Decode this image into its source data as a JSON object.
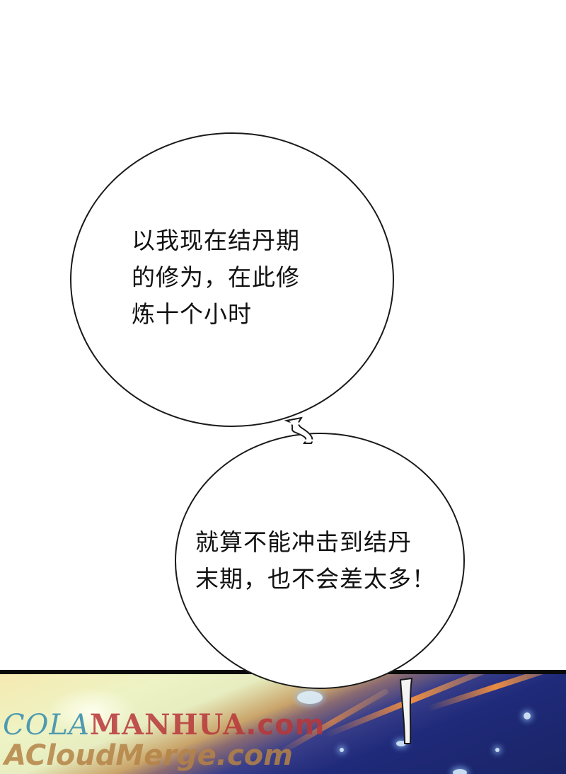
{
  "comic_page": {
    "speech_bubbles": [
      {
        "id": "bubble-1",
        "lines": [
          "以我现在结丹期",
          "的修为，在此修",
          "炼十个小时"
        ]
      },
      {
        "id": "bubble-2",
        "lines": [
          "就算不能冲击到结丹",
          "末期，也不会差太多！"
        ]
      }
    ],
    "watermarks": {
      "line1_a": "COLA",
      "line1_b": "MANHUA",
      "line1_c": ".com",
      "line2": "ACloudMerge.com"
    },
    "colors": {
      "background": "#ffffff",
      "bubble_outline": "#1a1a1a",
      "panel_border": "#0b0b0b",
      "watermark_teal": "#4e9ab0",
      "watermark_red": "#b8363a",
      "watermark_tan": "#b4824a",
      "sky_blue": "#1f2a7a",
      "light_glow": "#eef3c4"
    }
  }
}
